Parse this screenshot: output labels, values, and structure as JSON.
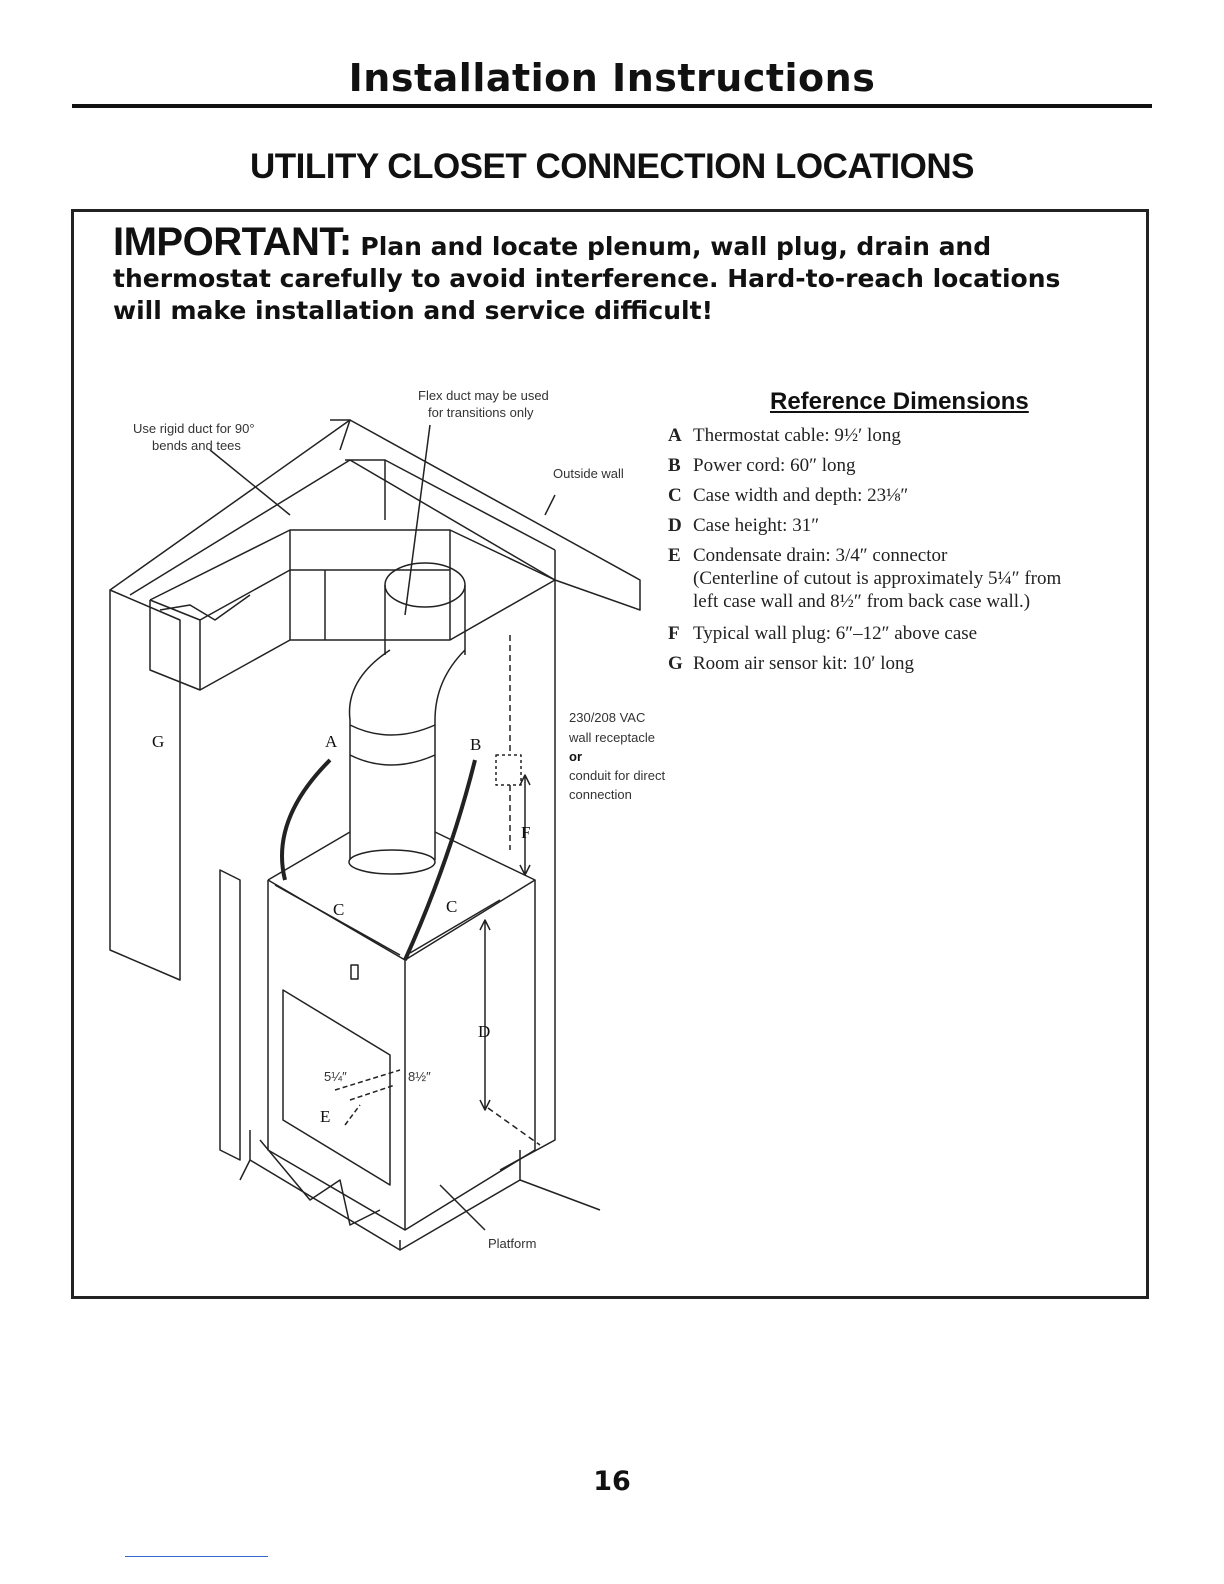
{
  "header": {
    "title": "Installation Instructions"
  },
  "section_title": "UTILITY CLOSET CONNECTION LOCATIONS",
  "important": {
    "label": "IMPORTANT:",
    "text_line1": "Plan and locate plenum, wall plug, drain and",
    "text_line2": "thermostat carefully to avoid interference. Hard-to-reach locations",
    "text_line3": "will make installation and service difficult!"
  },
  "diagram": {
    "label_flex_1": "Flex duct may be used",
    "label_flex_2": "for transitions only",
    "label_rigid_1": "Use rigid duct for 90°",
    "label_rigid_2": "bends and tees",
    "label_outside_wall": "Outside wall",
    "label_receptacle_1": "230/208 VAC",
    "label_receptacle_2": "wall receptacle",
    "label_or": "or",
    "label_conduit_1": "conduit for direct",
    "label_conduit_2": "connection",
    "label_platform": "Platform",
    "letter_g": "G",
    "letter_a": "A",
    "letter_b": "B",
    "letter_f": "F",
    "letter_c1": "C",
    "letter_c2": "C",
    "letter_d": "D",
    "letter_e": "E",
    "dim_5_1_4": "5¼″",
    "dim_8_1_2": "8½″"
  },
  "reference": {
    "title": "Reference Dimensions",
    "items": [
      {
        "key": "A",
        "text": "Thermostat cable: 9½′ long"
      },
      {
        "key": "B",
        "text": "Power cord: 60″ long"
      },
      {
        "key": "C",
        "text": "Case width and depth: 23⅛″"
      },
      {
        "key": "D",
        "text": "Case height: 31″"
      },
      {
        "key": "E",
        "text": "Condensate drain: 3/4″ connector"
      },
      {
        "key": "F",
        "text": "Typical wall plug: 6″–12″ above case"
      },
      {
        "key": "G",
        "text": "Room air sensor kit: 10′ long"
      }
    ],
    "note_e_line1": "(Centerline of cutout is approximately 5¼″ from",
    "note_e_line2": "left case wall and 8½″ from back case wall.)"
  },
  "page_number": "16"
}
